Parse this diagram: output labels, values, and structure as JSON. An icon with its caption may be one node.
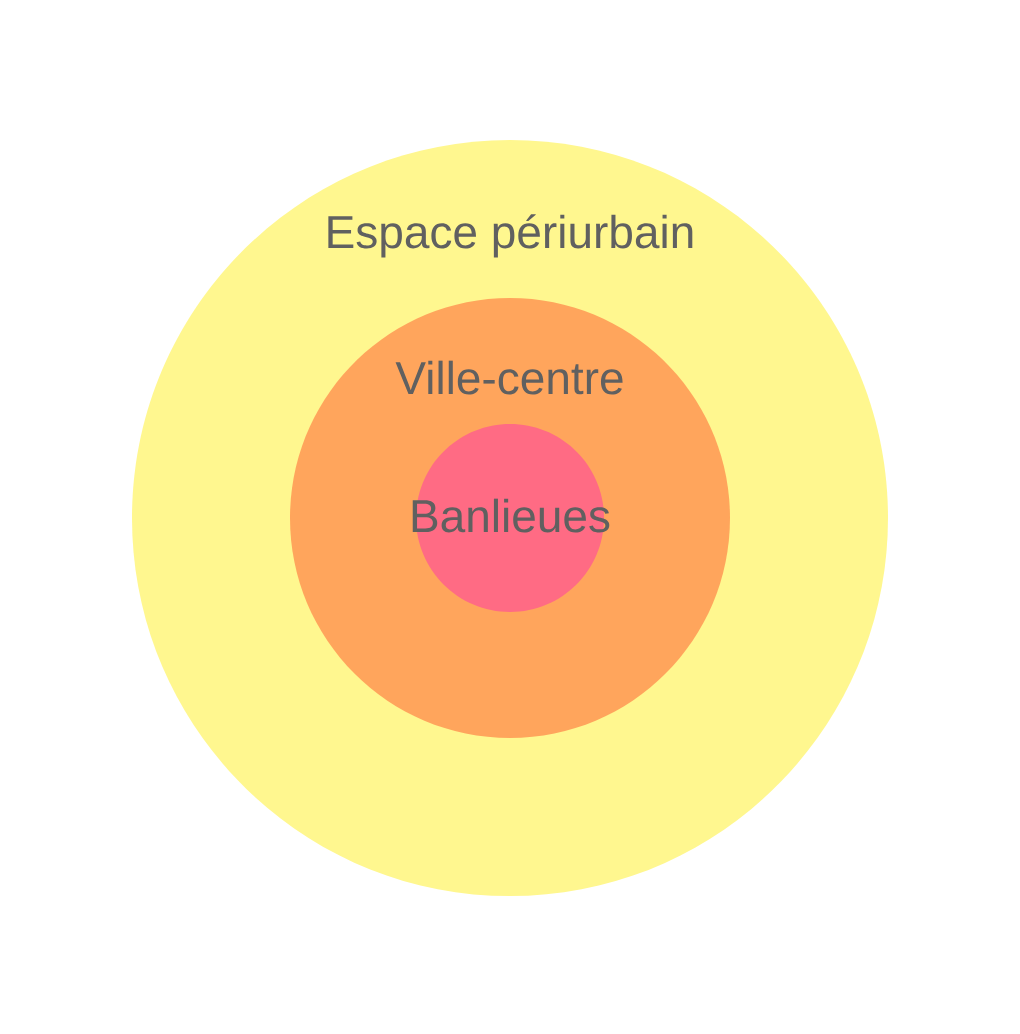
{
  "diagram": {
    "nodes": [
      {
        "text": [
          "Espace périurbain"
        ]
      },
      {
        "text": [
          "Ville-centre"
        ],
        "in": 0
      },
      {
        "text": [
          "Banlieues"
        ],
        "in": 1
      }
    ]
  }
}
